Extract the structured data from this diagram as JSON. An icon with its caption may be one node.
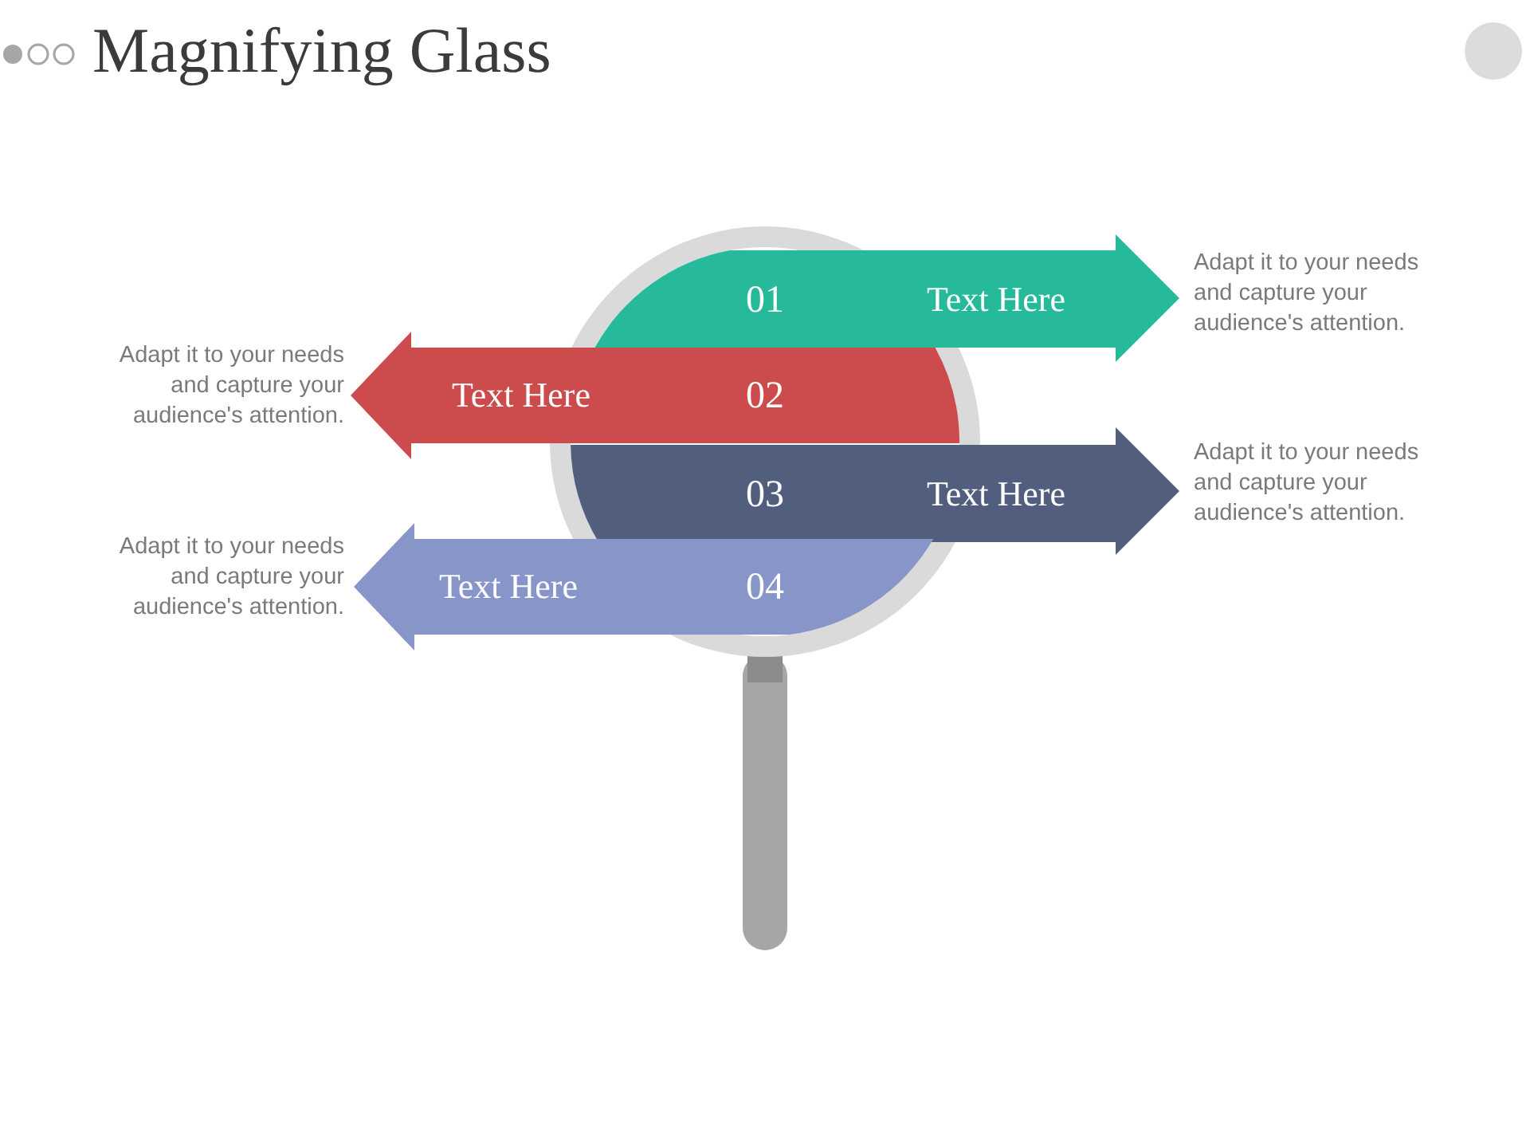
{
  "diagram": {
    "title": "Magnifying Glass",
    "nodes": [
      {
        "text": [
          "01",
          "Text Here"
        ],
        "beside": [
          "Adapt it to your needs and capture your audience's attention."
        ]
      },
      {
        "text": [
          "Text Here",
          "02"
        ],
        "beside": [
          "Adapt it to your needs and capture your audience's attention."
        ]
      },
      {
        "text": [
          "03",
          "Text Here"
        ],
        "beside": [
          "Adapt it to your needs and capture your audience's attention."
        ]
      },
      {
        "text": [
          "Text Here",
          "04"
        ],
        "beside": [
          "Adapt it to your needs and capture your audience's attention."
        ]
      }
    ],
    "edges": []
  }
}
